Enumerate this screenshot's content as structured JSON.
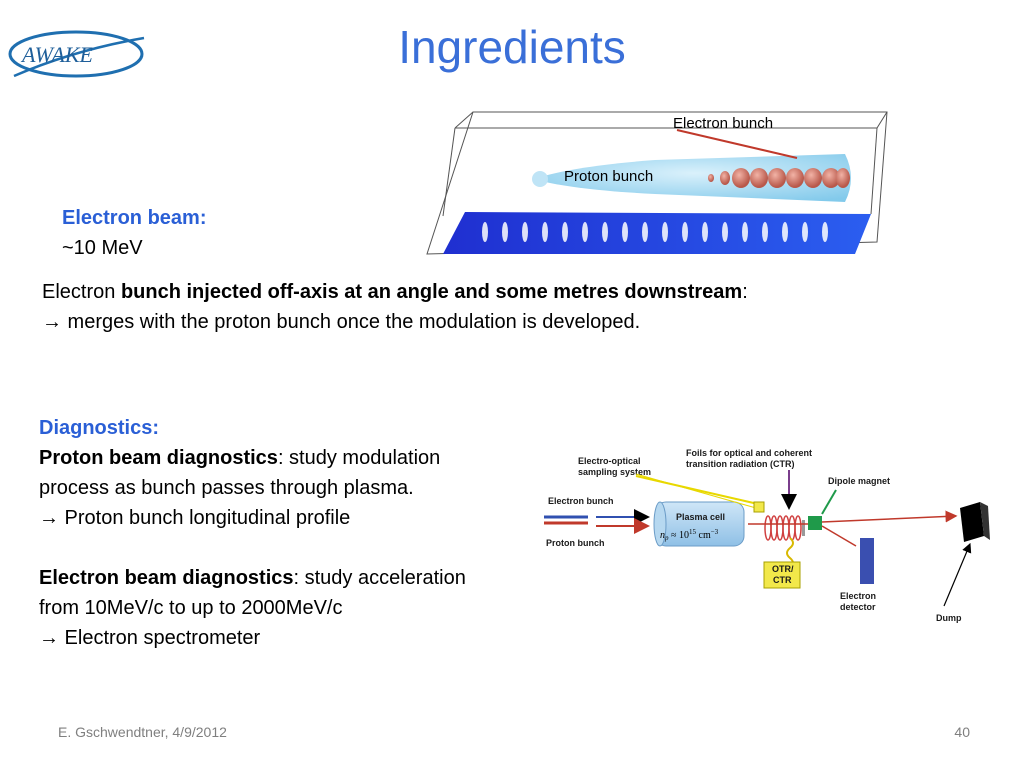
{
  "title": "Ingredients",
  "logo": {
    "text": "AWAKE"
  },
  "electron_beam": {
    "heading": "Electron beam:",
    "energy": "~10 MeV"
  },
  "injection": {
    "line1_plain": "Electron ",
    "line1_bold": "bunch injected off-axis at an angle and some metres downstream",
    "line1_end": ":",
    "arrow": "→",
    "line2": " merges with the proton bunch once the modulation is developed."
  },
  "figure_top": {
    "electron_label": "Electron bunch",
    "proton_label": "Proton bunch"
  },
  "diagnostics": {
    "heading": "Diagnostics:",
    "proton_bold": "Proton beam diagnostics",
    "proton_rest": ": study modulation",
    "proton_line2": "process as bunch passes through plasma.",
    "arrow": "→",
    "proton_result": " Proton bunch longitudinal profile",
    "electron_bold": "Electron beam diagnostics",
    "electron_rest": ": study acceleration",
    "electron_line2": "from 10MeV/c to up to 2000MeV/c",
    "electron_result": " Electron spectrometer"
  },
  "schematic": {
    "eo_label_1": "Electro-optical",
    "eo_label_2": "sampling system",
    "foils_label_1": "Foils for optical and coherent",
    "foils_label_2": "transition radiation (CTR)",
    "dipole_label": "Dipole magnet",
    "electron_bunch": "Electron bunch",
    "proton_bunch": "Proton bunch",
    "plasma_cell": "Plasma cell",
    "density": "n",
    "density_sub": "p",
    "density_approx": " ≈ 10",
    "density_exp": "15",
    "density_unit": " cm",
    "density_unit_exp": "−3",
    "otr_1": "OTR/",
    "otr_2": "CTR",
    "detector_1": "Electron",
    "detector_2": "detector",
    "dump": "Dump"
  },
  "footer": {
    "author": "E. Gschwendtner, 4/9/2012",
    "page": "40"
  }
}
